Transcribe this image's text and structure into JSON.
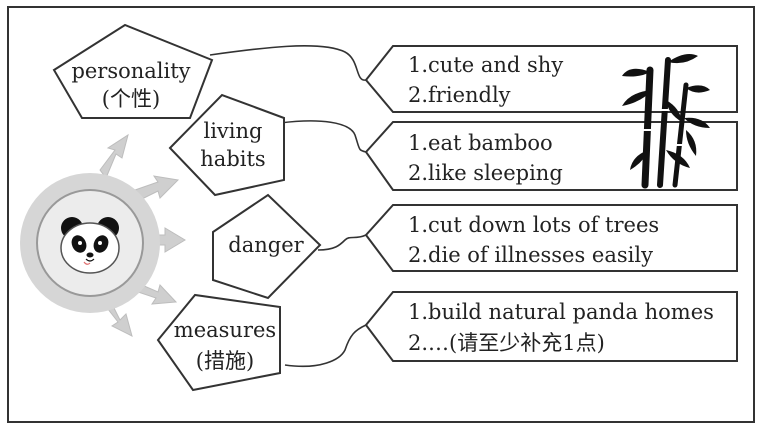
{
  "nodes": [
    {
      "id": "personality",
      "lines": [
        "personality",
        "(个性)"
      ]
    },
    {
      "id": "living-habits",
      "lines": [
        "living",
        "habits"
      ]
    },
    {
      "id": "danger",
      "lines": [
        "danger"
      ]
    },
    {
      "id": "measures",
      "lines": [
        "measures",
        "(措施)"
      ]
    }
  ],
  "boxes": [
    {
      "id": "personality",
      "lines": [
        "1.cute and shy",
        "2.friendly"
      ]
    },
    {
      "id": "living-habits",
      "lines": [
        "1.eat bamboo",
        "2.like sleeping"
      ]
    },
    {
      "id": "danger",
      "lines": [
        "1.cut down lots of trees",
        "2.die of illnesses easily"
      ]
    },
    {
      "id": "measures",
      "lines": [
        "1.build natural panda homes",
        "2.…(请至少补充1点)"
      ]
    }
  ],
  "icons": [
    "panda-icon",
    "bamboo-icon"
  ],
  "colors": {
    "ink": "#222222",
    "halo": "#c8c8c8",
    "background": "#ffffff"
  }
}
